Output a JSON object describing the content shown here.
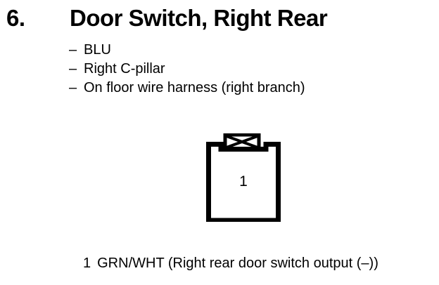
{
  "document": {
    "background_color": "#ffffff",
    "ink_color": "#000000"
  },
  "header": {
    "item_number": "6.",
    "title": "Door Switch, Right Rear"
  },
  "attributes": {
    "bullet_glyph": "–",
    "items": [
      {
        "label": "BLU"
      },
      {
        "label": "Right C-pillar"
      },
      {
        "label": "On floor wire harness (right branch)"
      }
    ]
  },
  "connector": {
    "symbol_name": "connector-1-pin-keyed",
    "pin_count": 1,
    "pin_number": "1",
    "tab_marking": "x-cross"
  },
  "caption": {
    "pin": "1",
    "text": "GRN/WHT (Right rear door switch output (–))"
  }
}
